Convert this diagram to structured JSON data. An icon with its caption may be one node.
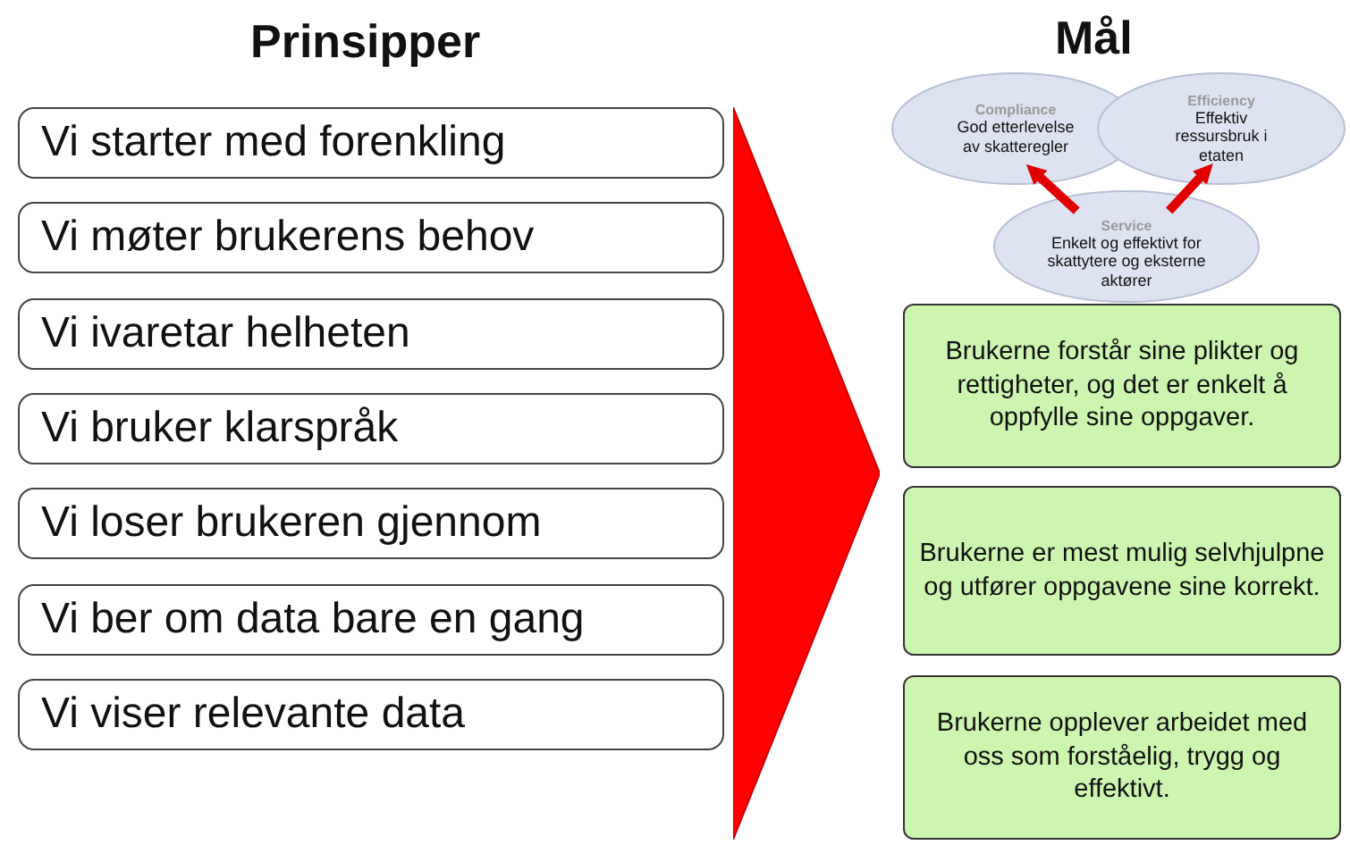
{
  "diagram": {
    "nodes": [
      {
        "text": [
          "Vi starter med forenkling"
        ]
      },
      {
        "text": [
          "Vi møter brukerens behov"
        ]
      },
      {
        "text": [
          "Vi ivaretar helheten"
        ]
      },
      {
        "text": [
          "Vi bruker klarspråk"
        ]
      },
      {
        "text": [
          "Vi loser brukeren gjennom"
        ]
      },
      {
        "text": [
          "Vi ber om data bare en gang"
        ]
      },
      {
        "text": [
          "Vi viser relevante data"
        ]
      },
      {
        "text": [],
        "shape": "triangle"
      },
      {
        "text": [
          "Compliance",
          "God etterlevelse av skatteregler"
        ]
      },
      {
        "text": [
          "Efficiency",
          "Effektiv ressursbruk i etaten"
        ]
      },
      {
        "text": [
          "Service",
          "Enkelt og effektivt for skattytere og eksterne aktører"
        ]
      },
      {
        "text": [
          "Brukerne forstår sine plikter og rettigheter, og det er enkelt å oppfylle sine oppgaver."
        ]
      },
      {
        "text": [
          "Brukerne er mest mulig selvhjulpne og utfører oppgavene sine korrekt."
        ]
      },
      {
        "text": [
          "Brukerne opplever arbeidet med oss som forståelig, trygg og effektivt."
        ]
      }
    ],
    "edges": [
      {
        "from": 10,
        "to": 8,
        "arrow": "to"
      },
      {
        "from": 10,
        "to": 9,
        "arrow": "to"
      }
    ],
    "labels": [
      "Prinsipper",
      "Mål"
    ]
  }
}
